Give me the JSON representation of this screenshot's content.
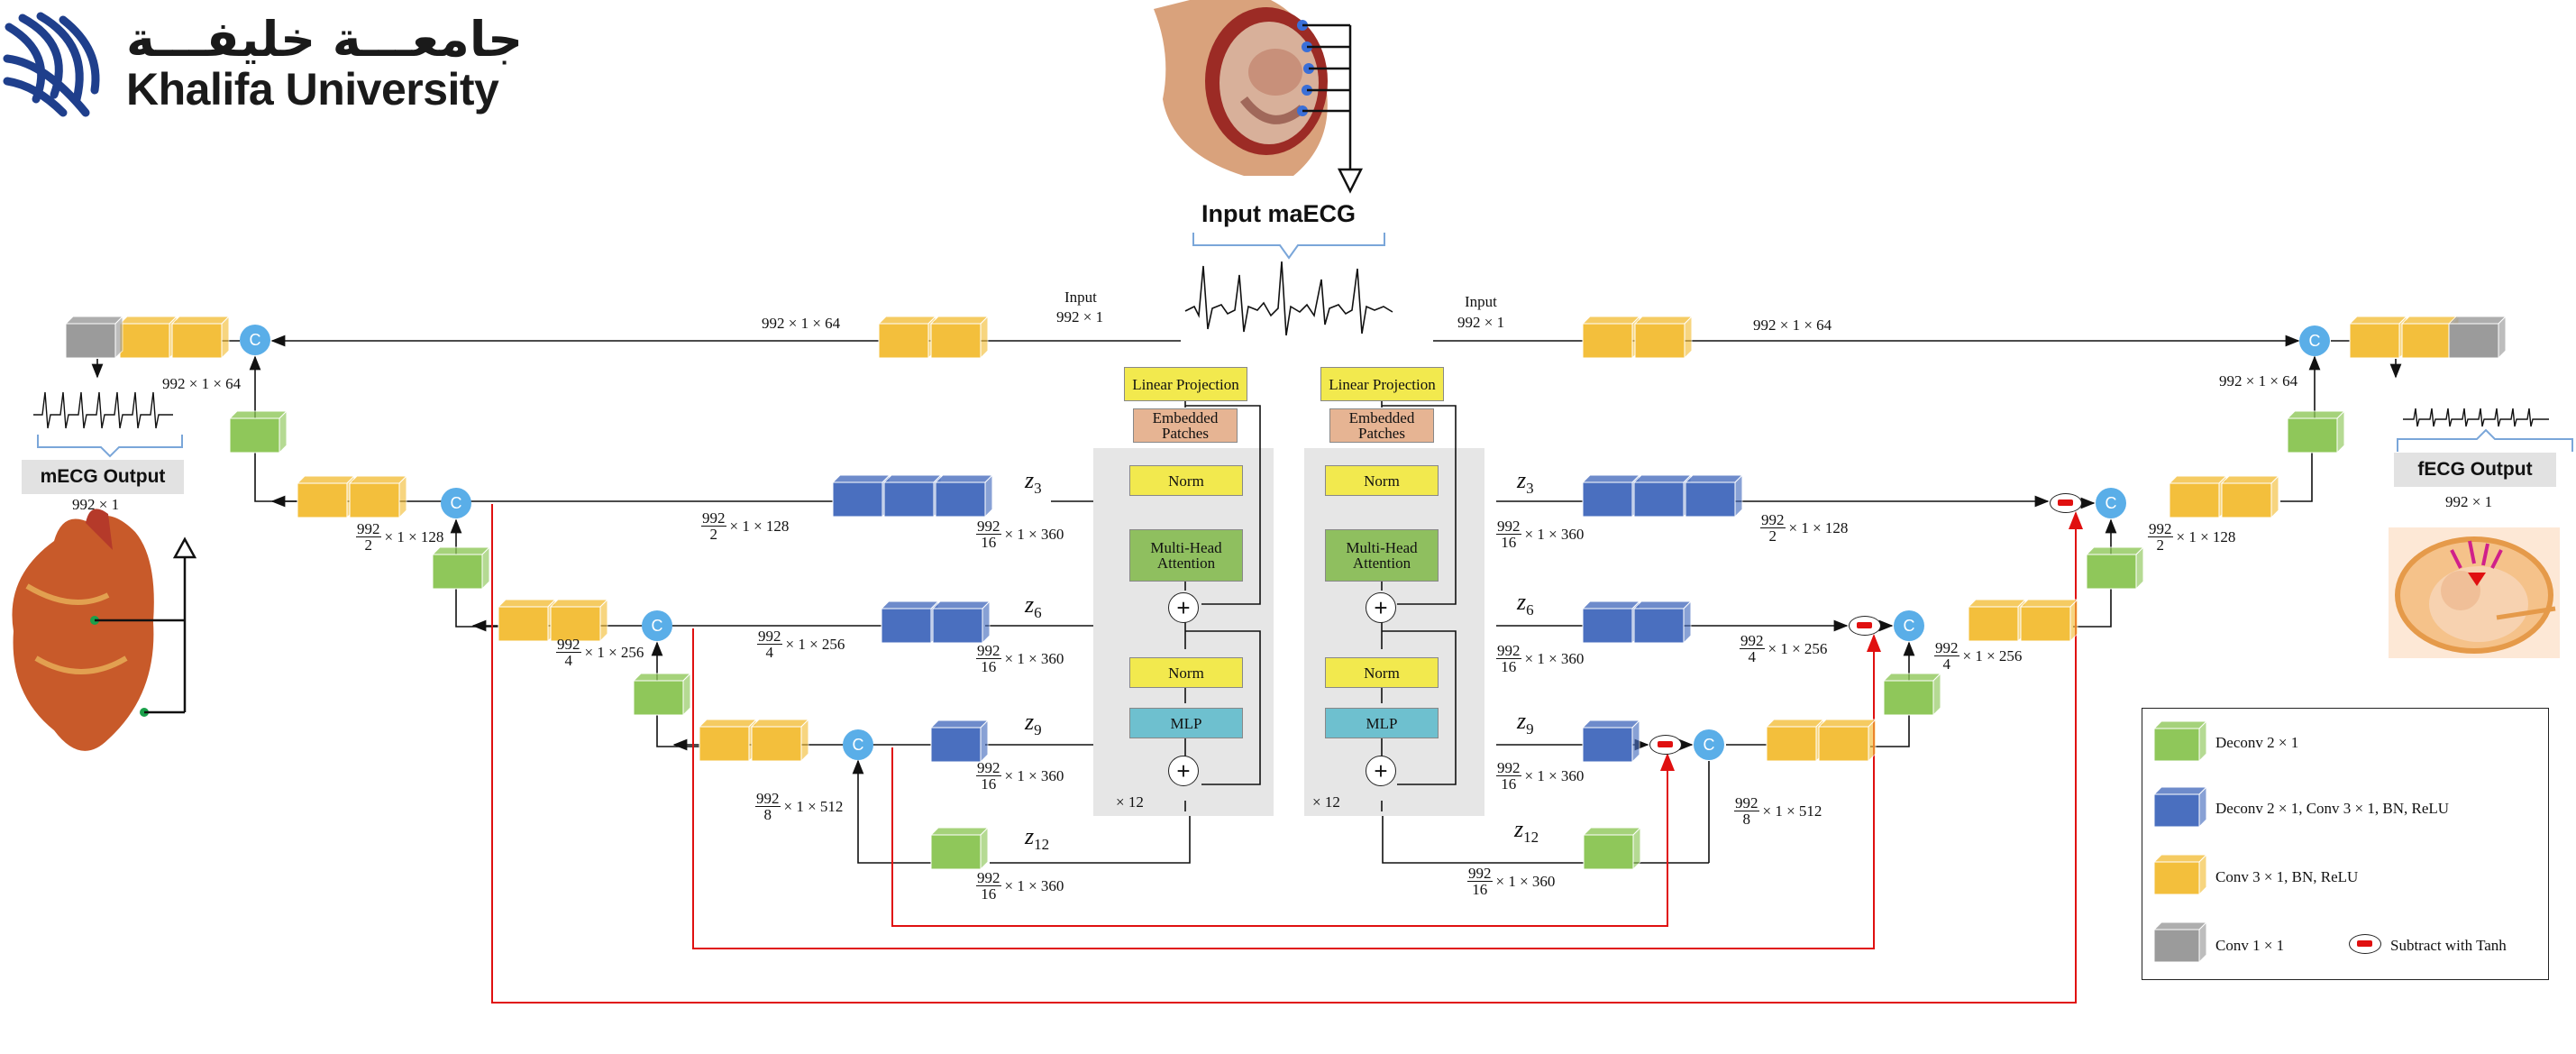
{
  "logo": {
    "arabic": "جامعـــة خليفـــة",
    "english": "Khalifa University"
  },
  "input": {
    "title": "Input maECG",
    "label_word": "Input",
    "label_dim": "992 × 1"
  },
  "encoder_left": {
    "linear": "Linear Projection",
    "embedded": "Embedded Patches",
    "norm": "Norm",
    "mha": "Multi-Head Attention",
    "mlp": "MLP",
    "repeat": "× 12"
  },
  "encoder_right": {
    "linear": "Linear Projection",
    "embedded": "Embedded Patches",
    "norm": "Norm",
    "mha": "Multi-Head Attention",
    "mlp": "MLP",
    "repeat": "× 12"
  },
  "dims": {
    "d64": "992 × 1 × 64",
    "d128": "× 1 × 128",
    "d256": "× 1 × 256",
    "d512": "× 1 × 512",
    "d360": "× 1 × 360",
    "num": "992",
    "den2": "2",
    "den4": "4",
    "den8": "8",
    "den16": "16"
  },
  "z_labels": {
    "base": "z",
    "z3": "3",
    "z6": "6",
    "z9": "9",
    "z12": "12"
  },
  "node_symbol": "C",
  "plus_symbol": "+",
  "outputs": {
    "maternal": "mECG Output",
    "fetal": "fECG Output",
    "dim": "992 × 1"
  },
  "legend": {
    "items": [
      {
        "label": "Deconv 2 × 1",
        "color": "#8fc75a"
      },
      {
        "label": "Deconv 2 × 1,  Conv 3 × 1, BN, ReLU",
        "color": "#4a6fbf"
      },
      {
        "label": "Conv 3 × 1, BN, ReLU",
        "color": "#f3bf3c"
      },
      {
        "label": "Conv 1 × 1",
        "color": "#9b9b9b"
      }
    ],
    "subtract": "Subtract with Tanh"
  },
  "colors": {
    "green": "#8fc75a",
    "blue": "#4a6fbf",
    "yellow": "#f3bf3c",
    "gray": "#9b9b9b",
    "node": "#5aaee8",
    "skip": "#e01010"
  }
}
